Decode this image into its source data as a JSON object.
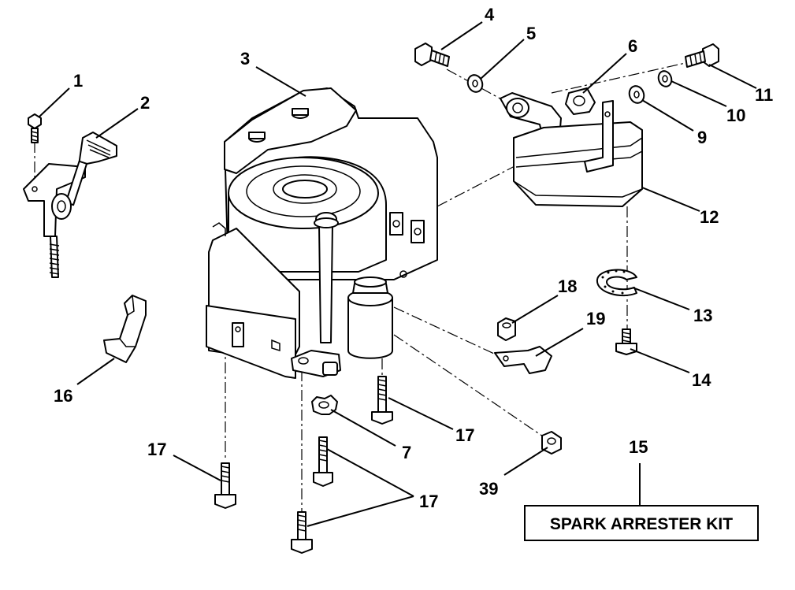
{
  "callouts": [
    {
      "id": "c1",
      "text": "1"
    },
    {
      "id": "c2",
      "text": "2"
    },
    {
      "id": "c3",
      "text": "3"
    },
    {
      "id": "c4",
      "text": "4"
    },
    {
      "id": "c5",
      "text": "5"
    },
    {
      "id": "c6",
      "text": "6"
    },
    {
      "id": "c7",
      "text": "7"
    },
    {
      "id": "c9",
      "text": "9"
    },
    {
      "id": "c10",
      "text": "10"
    },
    {
      "id": "c11",
      "text": "11"
    },
    {
      "id": "c12",
      "text": "12"
    },
    {
      "id": "c13",
      "text": "13"
    },
    {
      "id": "c14",
      "text": "14"
    },
    {
      "id": "c15",
      "text": "15"
    },
    {
      "id": "c16",
      "text": "16"
    },
    {
      "id": "c17a",
      "text": "17"
    },
    {
      "id": "c17b",
      "text": "17"
    },
    {
      "id": "c17c",
      "text": "17"
    },
    {
      "id": "c18",
      "text": "18"
    },
    {
      "id": "c19",
      "text": "19"
    },
    {
      "id": "c39",
      "text": "39"
    }
  ],
  "kit": {
    "label": "SPARK ARRESTER KIT"
  }
}
